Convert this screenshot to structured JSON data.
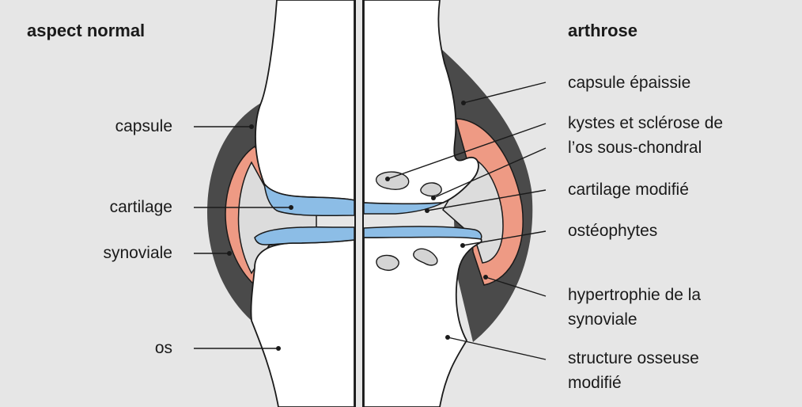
{
  "titles": {
    "left": "aspect normal",
    "right": "arthrose"
  },
  "left_labels": {
    "capsule": "capsule",
    "cartilage": "cartilage",
    "synoviale": "synoviale",
    "os": "os"
  },
  "right_labels": {
    "capsule": "capsule épaissie",
    "kystes_1": "kystes et sclérose de",
    "kystes_2": "l’os sous-chondral",
    "cartilage": "cartilage modifié",
    "osteophytes": "ostéophytes",
    "hypertrophie_1": "hypertrophie de la",
    "hypertrophie_2": "synoviale",
    "structure_1": "structure osseuse",
    "structure_2": "modifié"
  },
  "colors": {
    "background": "#e6e6e6",
    "bone": "#ffffff",
    "capsule": "#4a4a4a",
    "synovial": "#ee9a84",
    "cavity": "#dcdcdc",
    "cartilage": "#8cbde6",
    "line": "#1a1a1a"
  }
}
